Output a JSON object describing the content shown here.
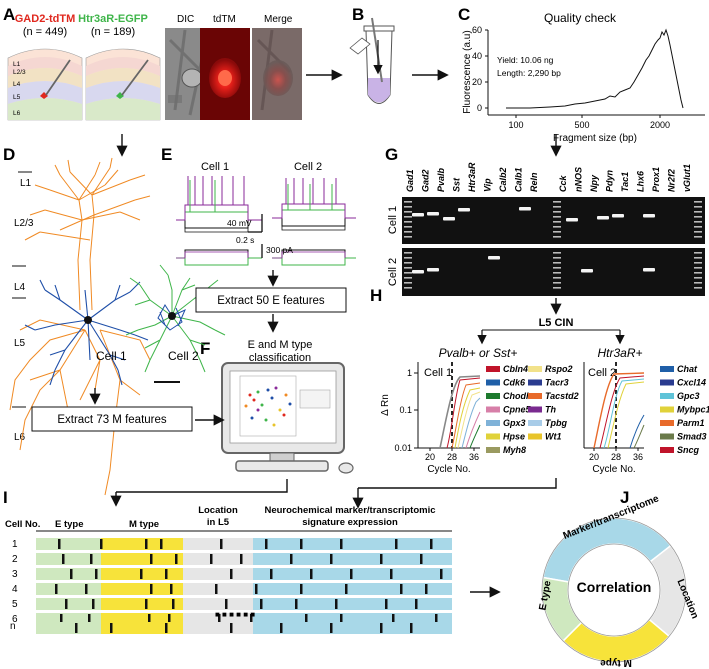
{
  "panels": {
    "A": "A",
    "B": "B",
    "C": "C",
    "D": "D",
    "E": "E",
    "F": "F",
    "G": "G",
    "H": "H",
    "I": "I",
    "J": "J"
  },
  "panel_a": {
    "gad2_label": "GAD2-tdTM",
    "gad2_n": "(n = 449)",
    "htr3a_label": "Htr3aR-EGFP",
    "htr3a_n": "(n = 189)",
    "layers": [
      "L1",
      "L2/3",
      "L4",
      "L5",
      "L6"
    ],
    "image_titles": [
      "DIC",
      "tdTM",
      "Merge"
    ]
  },
  "panel_c": {
    "title": "Quality check",
    "ylabel": "Fluorescence (a.u)",
    "xlabel": "Fragment size (bp)",
    "yield": "Yield: 10.06 ng",
    "length": "Length: 2,290 bp",
    "yticks": [
      "0",
      "20",
      "40",
      "60"
    ],
    "xticks": [
      "100",
      "500",
      "2000"
    ]
  },
  "panel_d": {
    "layers": [
      "L1",
      "L2/3",
      "L4",
      "L5",
      "L6"
    ],
    "cell1": "Cell 1",
    "cell2": "Cell 2",
    "extract_m": "Extract 73 M features"
  },
  "panel_e": {
    "cell1": "Cell 1",
    "cell2": "Cell 2",
    "scale_mv": "40 mV",
    "scale_s": "0.2 s",
    "scale_pa": "300 pA",
    "extract_e": "Extract 50 E features"
  },
  "panel_f": {
    "title_line1": "E and M type",
    "title_line2": "classification"
  },
  "panel_g": {
    "genes_left": [
      "Gad1",
      "Gad2",
      "Pvalb",
      "Sst",
      "Htr3aR",
      "Vip",
      "Calb2",
      "Calb1",
      "Reln"
    ],
    "genes_right": [
      "Cck",
      "nNOS",
      "Npy",
      "Pdyn",
      "Tac1",
      "Lhx6",
      "Prox1",
      "Nr2f2",
      "vGlut1"
    ],
    "rows": [
      "Cell 1",
      "Cell 2"
    ]
  },
  "panel_h": {
    "header": "L5 CIN",
    "left_title": "Pvalb+ or Sst+",
    "right_title": "Htr3aR+",
    "cell1": "Cell 1",
    "cell2": "Cell 2",
    "ylabel": "Δ Rn",
    "xlabel": "Cycle No.",
    "yticks": [
      "0.01",
      "0.1",
      "1"
    ],
    "xticks_left": [
      "20",
      "28",
      "36"
    ],
    "xticks_right": [
      "20",
      "28",
      "36"
    ],
    "legend_left_col1": [
      {
        "name": "Cbln4",
        "color": "#c0142a"
      },
      {
        "name": "Cdk6",
        "color": "#1f5fa8"
      },
      {
        "name": "Chodl",
        "color": "#1d7a2e"
      },
      {
        "name": "Cpne5",
        "color": "#d77fa8"
      },
      {
        "name": "Gpx3",
        "color": "#7fb2d8"
      },
      {
        "name": "Hpse",
        "color": "#e0d23a"
      },
      {
        "name": "Myh8",
        "color": "#9a9a60"
      }
    ],
    "legend_left_col2": [
      {
        "name": "Rspo2",
        "color": "#f2e28a"
      },
      {
        "name": "Tacr3",
        "color": "#2a3b8f"
      },
      {
        "name": "Tacstd2",
        "color": "#e86a2a"
      },
      {
        "name": "Th",
        "color": "#7a2a8f"
      },
      {
        "name": "Tpbg",
        "color": "#a8cce8"
      },
      {
        "name": "Wt1",
        "color": "#e8c42a"
      }
    ],
    "legend_right": [
      {
        "name": "Chat",
        "color": "#1f5fa8"
      },
      {
        "name": "Cxcl14",
        "color": "#2a3b8f"
      },
      {
        "name": "Gpc3",
        "color": "#5fc3d8"
      },
      {
        "name": "Mybpc1",
        "color": "#e0d23a"
      },
      {
        "name": "Parm1",
        "color": "#e86a2a"
      },
      {
        "name": "Smad3",
        "color": "#6a7a4a"
      },
      {
        "name": "Sncg",
        "color": "#c0142a"
      }
    ]
  },
  "panel_i": {
    "col_cell": "Cell No.",
    "col_e": "E type",
    "col_m": "M type",
    "col_loc_line1": "Location",
    "col_loc_line2": "in L5",
    "col_marker_line1": "Neurochemical marker/transcriptomic",
    "col_marker_line2": "signature expression",
    "rows": [
      "1",
      "2",
      "3",
      "4",
      "5",
      "6"
    ],
    "last_row": "n",
    "ellipsis": "■ ■ ■   ■ ■ ■"
  },
  "panel_j": {
    "center": "Correlation",
    "segments": [
      "Marker/transcriptome",
      "Location",
      "M type",
      "E type"
    ],
    "colors": {
      "marker": "#a8d8e8",
      "location": "#e6e6e6",
      "mtype": "#f7e33a",
      "etype": "#cfe8bf"
    }
  },
  "colors": {
    "orange": "#f08a24",
    "blue": "#1f4fa8",
    "green": "#3fb54a",
    "red": "#e0281e",
    "purple": "#8a2a9a"
  }
}
